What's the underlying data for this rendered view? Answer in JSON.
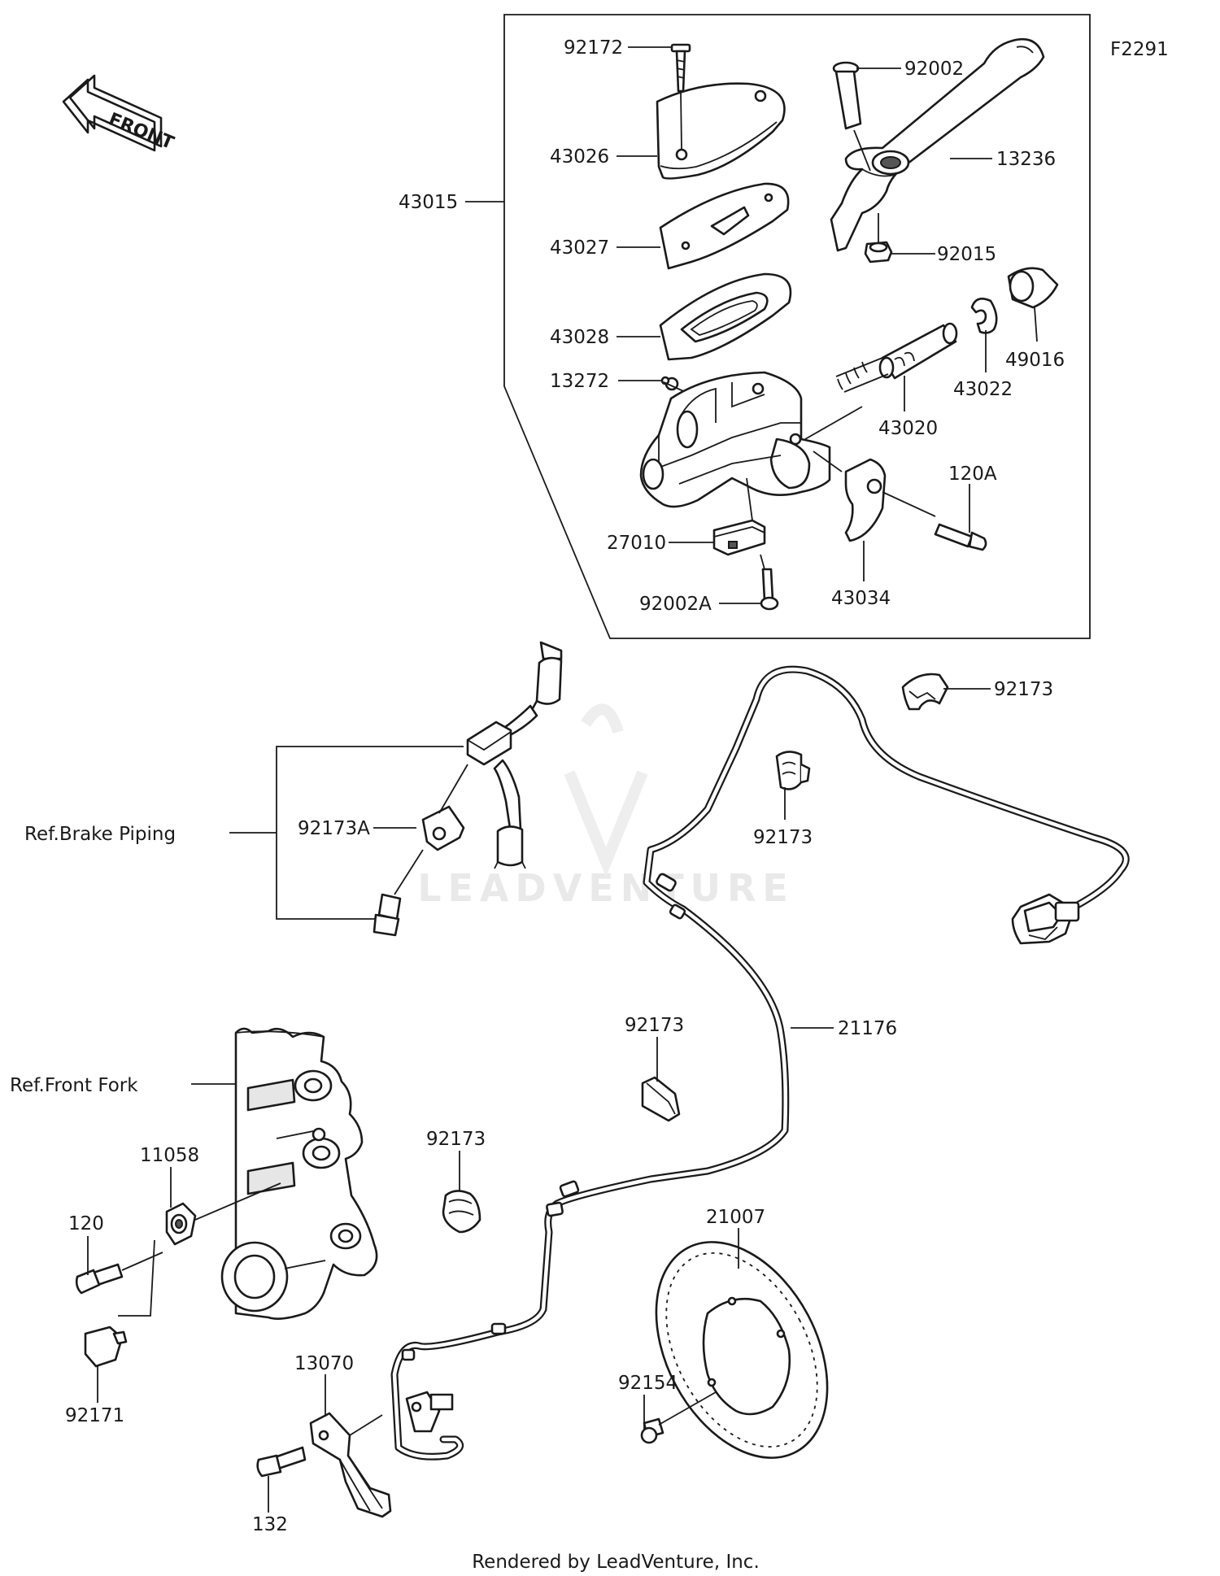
{
  "figure_code": "F2291",
  "front_arrow_label": "FRONT",
  "footer_text": "Rendered by LeadVenture, Inc.",
  "watermark_text": "LEADVENTURE",
  "callouts": {
    "p92172": "92172",
    "p92002": "92002",
    "p43026": "43026",
    "p13236": "13236",
    "p43015": "43015",
    "p43027": "43027",
    "p92015": "92015",
    "p43028": "43028",
    "p49016": "49016",
    "p13272": "13272",
    "p43022": "43022",
    "p43020": "43020",
    "p120A": "120A",
    "p27010": "27010",
    "p92002A": "92002A",
    "p43034": "43034",
    "p92173_a": "92173",
    "p92173A": "92173A",
    "p92173_b": "92173",
    "ref_brake_piping": "Ref.Brake Piping",
    "p92173_c": "92173",
    "p21176": "21176",
    "ref_front_fork": "Ref.Front Fork",
    "p92173_d": "92173",
    "p11058": "11058",
    "p120": "120",
    "p21007": "21007",
    "p13070": "13070",
    "p92154": "92154",
    "p92171": "92171",
    "p132": "132"
  }
}
